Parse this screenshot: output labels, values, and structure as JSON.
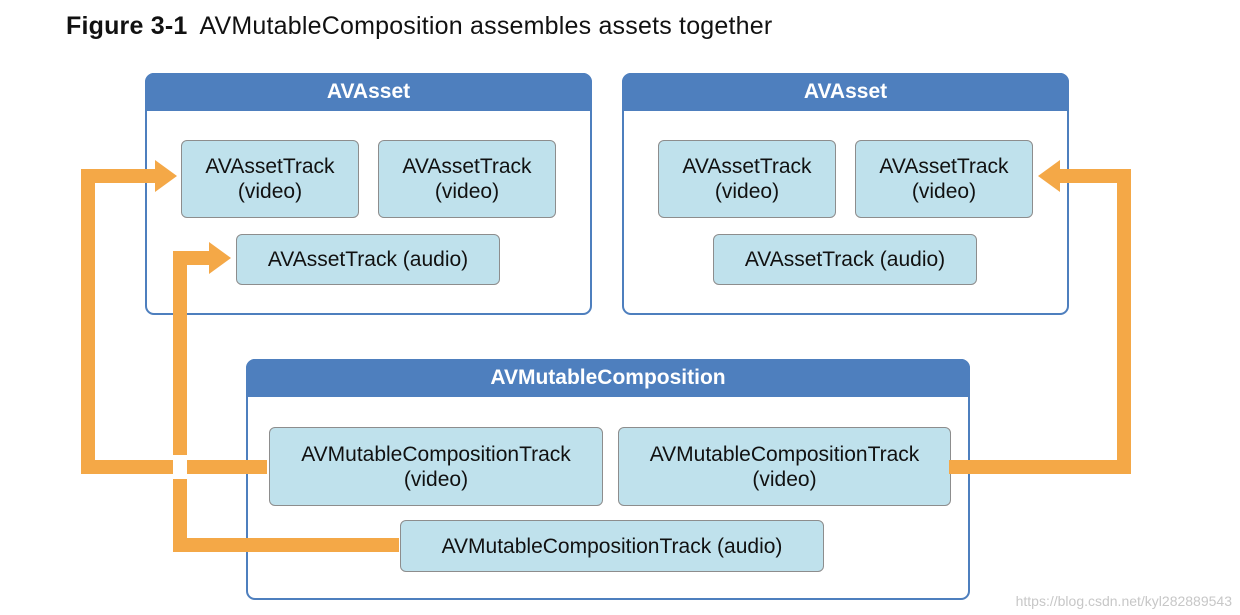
{
  "figure": {
    "number": "Figure 3-1",
    "caption": "AVMutableComposition assembles assets together"
  },
  "assets": [
    {
      "title": "AVAsset",
      "tracks": [
        {
          "line1": "AVAssetTrack",
          "line2": "(video)"
        },
        {
          "line1": "AVAssetTrack",
          "line2": "(video)"
        },
        {
          "line1": "AVAssetTrack (audio)",
          "line2": ""
        }
      ]
    },
    {
      "title": "AVAsset",
      "tracks": [
        {
          "line1": "AVAssetTrack",
          "line2": "(video)"
        },
        {
          "line1": "AVAssetTrack",
          "line2": "(video)"
        },
        {
          "line1": "AVAssetTrack (audio)",
          "line2": ""
        }
      ]
    }
  ],
  "composition": {
    "title": "AVMutableComposition",
    "tracks": [
      {
        "line1": "AVMutableCompositionTrack",
        "line2": "(video)"
      },
      {
        "line1": "AVMutableCompositionTrack",
        "line2": "(video)"
      },
      {
        "line1": "AVMutableCompositionTrack (audio)",
        "line2": ""
      }
    ]
  },
  "watermark": "https://blog.csdn.net/kyl282889543",
  "colors": {
    "header_blue": "#4e7fbe",
    "track_fill": "#bfe1ec",
    "arrow_orange": "#f4a847"
  }
}
